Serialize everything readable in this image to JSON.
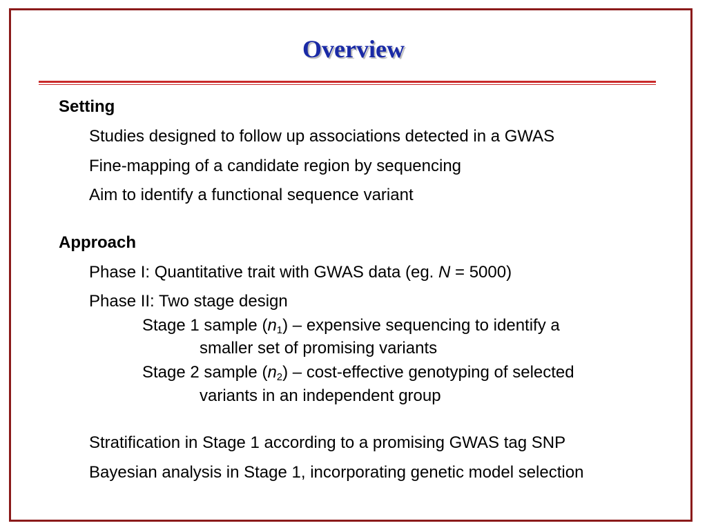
{
  "slide": {
    "title": "Overview",
    "setting": {
      "heading": "Setting",
      "items": [
        "Studies designed to follow up associations detected in a GWAS",
        "Fine-mapping of a candidate region by sequencing",
        "Aim to identify a functional sequence variant"
      ]
    },
    "approach": {
      "heading": "Approach",
      "phase1": {
        "before": "Phase I: Quantitative trait with GWAS data (eg. ",
        "var": "N",
        "after": " = 5000)"
      },
      "phase2": "Phase II: Two stage design",
      "stage1": {
        "before": "Stage 1 sample (",
        "var": "n",
        "sub": "1",
        "after": ") – expensive sequencing to identify a",
        "cont": "smaller set of promising variants"
      },
      "stage2": {
        "before": "Stage 2 sample (",
        "var": "n",
        "sub": "2",
        "after": ") – cost-effective genotyping of selected",
        "cont": "variants in an independent group"
      },
      "stratification": "Stratification in Stage 1 according to a promising GWAS tag SNP",
      "bayesian": "Bayesian analysis in Stage 1, incorporating genetic model selection"
    }
  }
}
